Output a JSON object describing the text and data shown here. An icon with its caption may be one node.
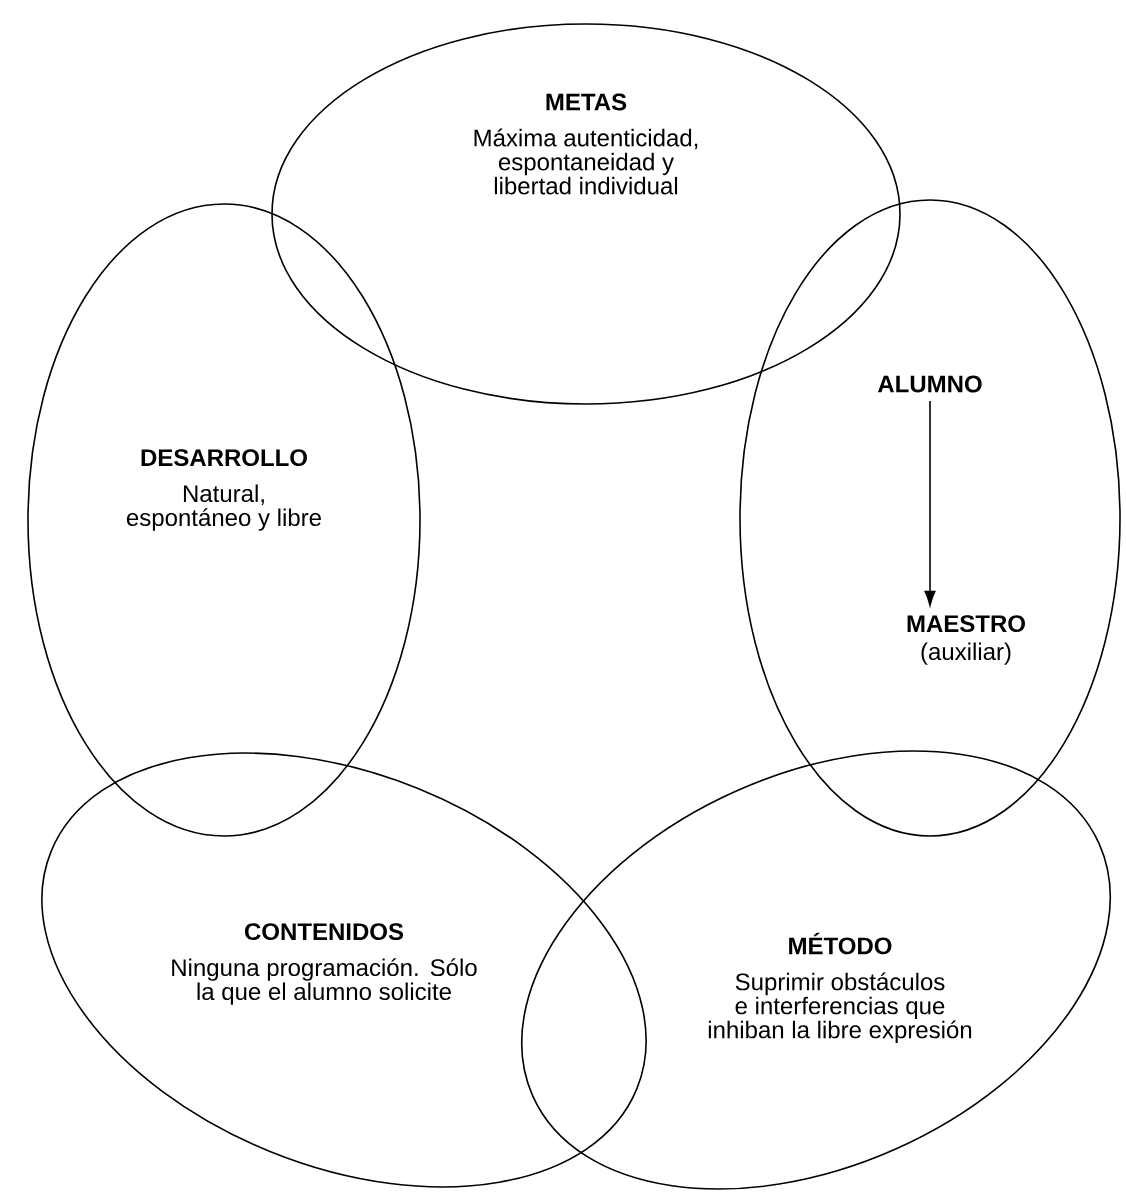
{
  "diagram": {
    "nodes": [
      {
        "text": [
          "METAS",
          "Máxima autenticidad, espontaneidad y libertad individual"
        ]
      },
      {
        "text": [
          "DESARROLLO",
          "Natural, espontáneo y libre"
        ]
      },
      {
        "text": [],
        "shape": "ellipse"
      },
      {
        "text": [
          "ALUMNO"
        ],
        "in": 2
      },
      {
        "text": [
          "MAESTRO",
          "(auxiliar)"
        ],
        "in": 2
      },
      {
        "text": [
          "CONTENIDOS",
          "Ninguna programación. Sólo la que el alumno solicite"
        ]
      },
      {
        "text": [
          "MÉTODO",
          "Suprimir obstáculos e interferencias que inhiban la libre expresión"
        ]
      }
    ],
    "edges": [
      {
        "from": 3,
        "to": 4,
        "arrow": "to"
      }
    ]
  }
}
